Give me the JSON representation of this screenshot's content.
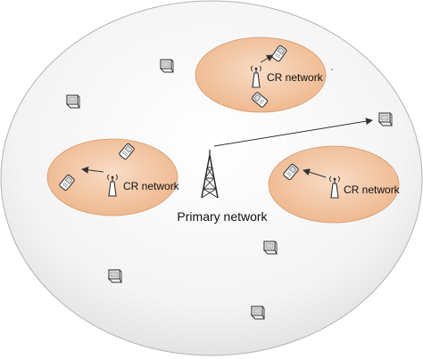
{
  "primary_network": {
    "label": "Primary network"
  },
  "cr_networks": [
    {
      "label": "CR network"
    },
    {
      "label": "CR network"
    },
    {
      "label": "CR network"
    }
  ],
  "colors": {
    "outer_fill": "#f1f1f1",
    "outer_stroke": "#b3b3b3",
    "cr_fill": "#f3c6a3",
    "cr_stroke": "#d39a6f",
    "arrow": "#333333"
  },
  "icons": {
    "tower": "base-station-tower-icon",
    "cr_base": "cr-antenna-icon",
    "phone": "mobile-phone-icon",
    "terminal": "computer-terminal-icon"
  }
}
